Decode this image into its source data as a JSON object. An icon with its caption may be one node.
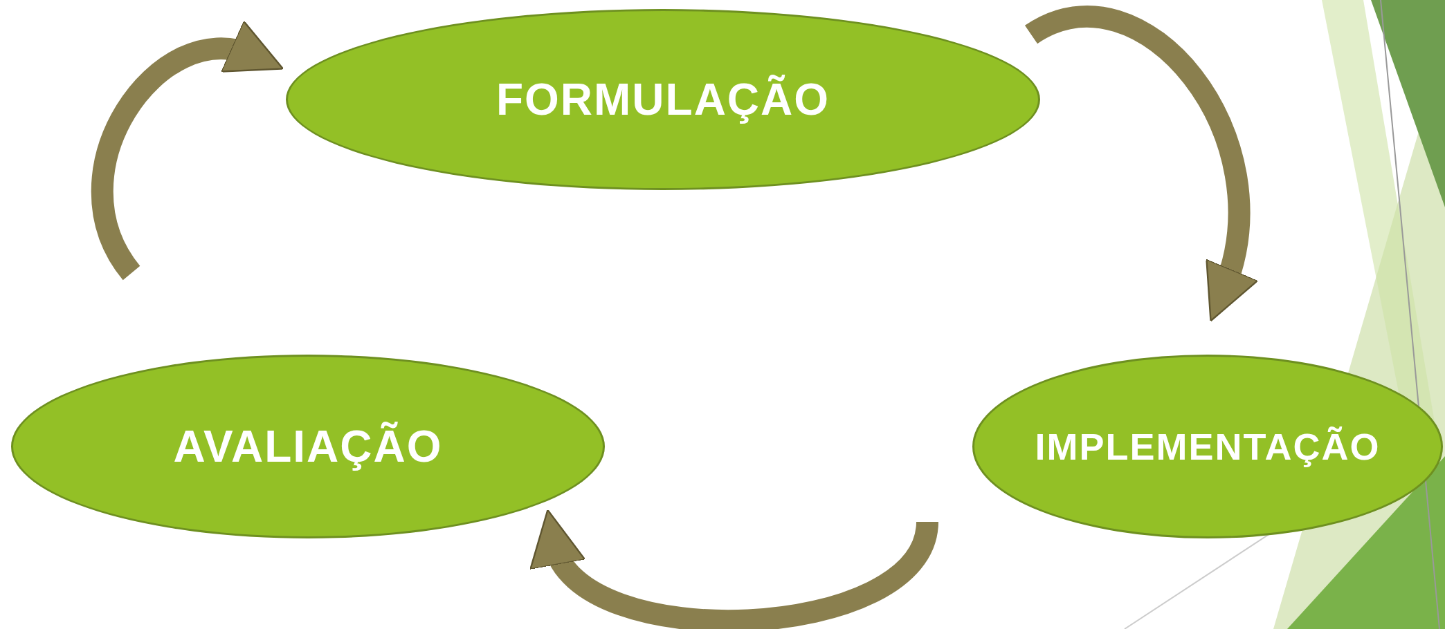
{
  "diagram": {
    "nodes": [
      {
        "text": [
          "FORMULAÇÃO"
        ]
      },
      {
        "text": [
          "AVALIAÇÃO"
        ]
      },
      {
        "text": [
          "IMPLEMENTAÇÃO"
        ]
      }
    ],
    "edges": [
      {
        "from": 1,
        "to": 0,
        "arrow": "to"
      },
      {
        "from": 0,
        "to": 2,
        "arrow": "to"
      },
      {
        "from": 2,
        "to": 1,
        "arrow": "to"
      }
    ]
  }
}
